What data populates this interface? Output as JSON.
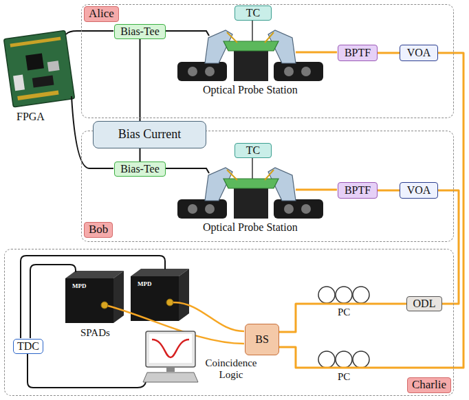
{
  "diagram": {
    "nodes": [
      {
        "text": [
          "Alice"
        ]
      },
      {
        "text": [
          "Bias-Tee"
        ],
        "in": 0
      },
      {
        "text": [
          "TC"
        ],
        "in": 0
      },
      {
        "text": [
          "BPTF"
        ],
        "in": 0
      },
      {
        "text": [
          "VOA"
        ],
        "in": 0
      },
      {
        "text": [
          "Bias Current"
        ]
      },
      {
        "text": [
          "Bob"
        ]
      },
      {
        "text": [
          "Bias-Tee"
        ],
        "in": 6
      },
      {
        "text": [
          "TC"
        ],
        "in": 6
      },
      {
        "text": [
          "BPTF"
        ],
        "in": 6
      },
      {
        "text": [
          "VOA"
        ],
        "in": 6
      },
      {
        "text": [
          "Charlie"
        ]
      },
      {
        "text": [
          "ODL"
        ],
        "in": 11
      },
      {
        "text": [
          "BS"
        ],
        "in": 11
      },
      {
        "text": [
          "TDC"
        ],
        "in": 11
      }
    ],
    "edges": [
      {
        "from": 5,
        "to": 1,
        "arrow": "none"
      },
      {
        "from": 5,
        "to": 7,
        "arrow": "none"
      },
      {
        "from": 3,
        "to": 4,
        "arrow": "none"
      },
      {
        "from": 9,
        "to": 10,
        "arrow": "none"
      },
      {
        "from": 4,
        "to": 13,
        "arrow": "none"
      },
      {
        "from": 10,
        "to": 12,
        "arrow": "none"
      },
      {
        "from": 12,
        "to": 13,
        "arrow": "none"
      }
    ],
    "labels": [
      "FPGA",
      "Optical Probe Station",
      "Optical Probe Station",
      "PC",
      "PC",
      "SPADs",
      "Coincidence Logic",
      "MPD",
      "MPD"
    ]
  }
}
